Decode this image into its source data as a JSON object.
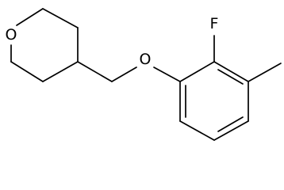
{
  "molecule": {
    "atoms": {
      "ring_oxygen": "O",
      "ether_oxygen": "O",
      "fluorine": "F"
    }
  }
}
